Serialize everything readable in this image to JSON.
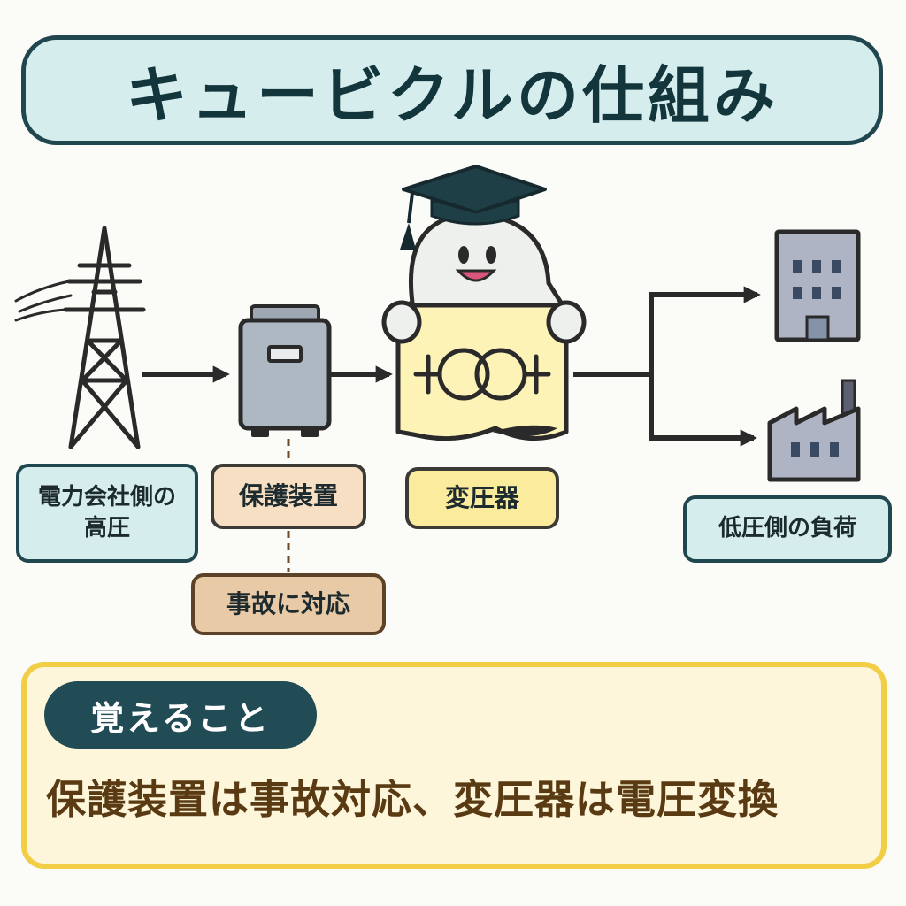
{
  "title": "キュービクルの仕組み",
  "nodes": {
    "high_voltage": "電力会社側の\n高圧",
    "protection": "保護装置",
    "accident": "事故に対応",
    "transformer": "変圧器",
    "load": "低圧側の負荷"
  },
  "memo": {
    "badge": "覚えること",
    "text": "保護装置は事故対応、変圧器は電圧変換"
  },
  "icons": [
    "power-tower-icon",
    "protection-cabinet-icon",
    "mascot-icon",
    "graduation-cap-icon",
    "transformer-symbol-icon",
    "office-building-icon",
    "factory-icon"
  ],
  "colors": {
    "dark_teal": "#20474f",
    "light_teal": "#d6edee",
    "yellow": "#fbeb9c",
    "memo_border": "#f2cd46",
    "memo_text": "#5a3a12",
    "peach": "#f7dfc4",
    "tan": "#e8caa6"
  }
}
